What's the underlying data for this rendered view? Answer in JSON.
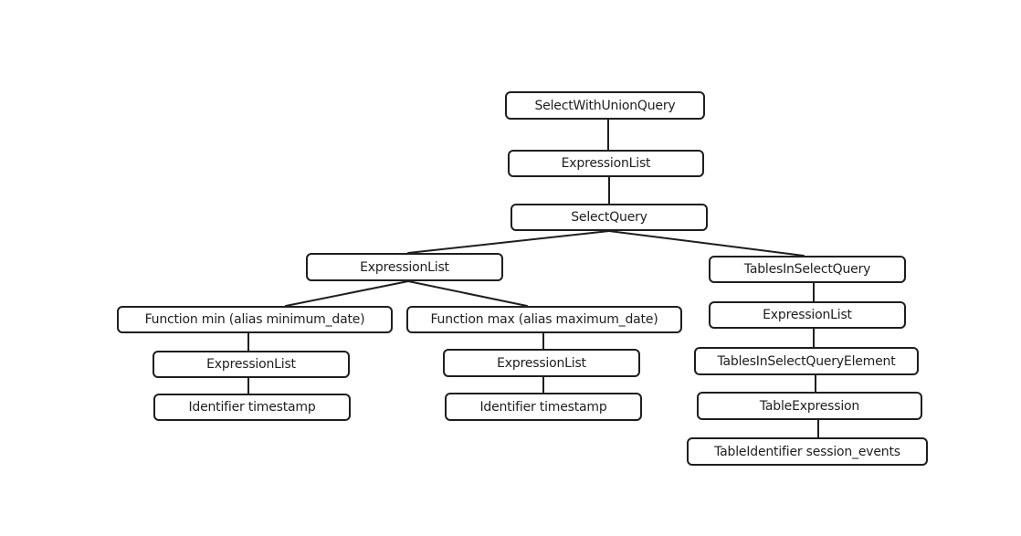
{
  "colors": {
    "stroke": "#1e1e1e",
    "background": "#ffffff",
    "text": "#1e1e1e"
  },
  "nodes": [
    {
      "id": "n0",
      "label": "SelectWithUnionQuery"
    },
    {
      "id": "n1",
      "label": "ExpressionList"
    },
    {
      "id": "n2",
      "label": "SelectQuery"
    },
    {
      "id": "n3",
      "label": "ExpressionList"
    },
    {
      "id": "n4",
      "label": "TablesInSelectQuery"
    },
    {
      "id": "n5",
      "label": "Function min (alias minimum_date)"
    },
    {
      "id": "n6",
      "label": "Function max (alias maximum_date)"
    },
    {
      "id": "n7",
      "label": "ExpressionList"
    },
    {
      "id": "n8",
      "label": "Identifier timestamp"
    },
    {
      "id": "n9",
      "label": "ExpressionList"
    },
    {
      "id": "n10",
      "label": "Identifier timestamp"
    },
    {
      "id": "n11",
      "label": "ExpressionList"
    },
    {
      "id": "n12",
      "label": "TablesInSelectQueryElement"
    },
    {
      "id": "n13",
      "label": "TableExpression"
    },
    {
      "id": "n14",
      "label": "TableIdentifier session_events"
    }
  ],
  "edges": [
    {
      "from": "n0",
      "to": "n1"
    },
    {
      "from": "n1",
      "to": "n2"
    },
    {
      "from": "n2",
      "to": "n3"
    },
    {
      "from": "n2",
      "to": "n4"
    },
    {
      "from": "n3",
      "to": "n5"
    },
    {
      "from": "n3",
      "to": "n6"
    },
    {
      "from": "n5",
      "to": "n7"
    },
    {
      "from": "n7",
      "to": "n8"
    },
    {
      "from": "n6",
      "to": "n9"
    },
    {
      "from": "n9",
      "to": "n10"
    },
    {
      "from": "n4",
      "to": "n11"
    },
    {
      "from": "n11",
      "to": "n12"
    },
    {
      "from": "n12",
      "to": "n13"
    },
    {
      "from": "n13",
      "to": "n14"
    }
  ]
}
